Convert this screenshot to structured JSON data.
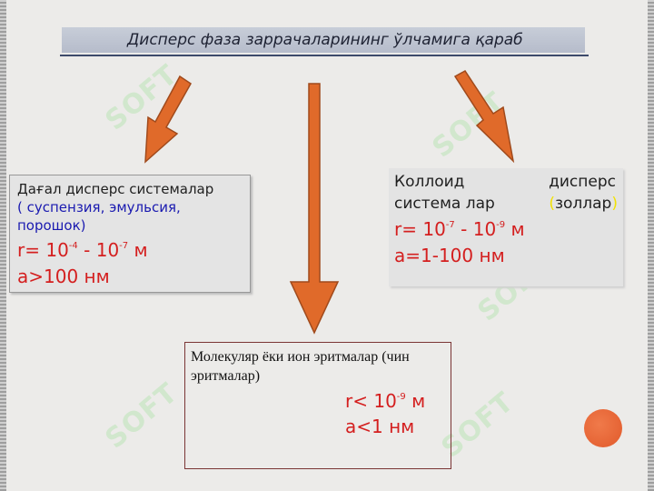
{
  "title": "Дисперс фаза заррачаларининг ўлчамига қараб",
  "watermark_text": "SOFT",
  "colors": {
    "arrow": "#e06a2a",
    "arrow_stroke": "#a04a1c",
    "value_text": "#d41f1f",
    "subtitle_text": "#1a1ab0",
    "highlight": "#f2e200",
    "dot": "#e15a2b"
  },
  "nodes": {
    "coarse": {
      "heading": "Дағал дисперс системалар",
      "examples_line1": "( суспензия, эмульсия,",
      "examples_line2": "порошок)",
      "r_prefix": "r= 10",
      "r_exp1": "-4",
      "r_mid": " - 10",
      "r_exp2": "-7",
      "r_unit": " м",
      "a_value": "a>100 нм"
    },
    "colloid": {
      "word1": "Коллоид",
      "word2": "дисперс",
      "line2_prefix": "система лар",
      "paren_open": "(",
      "sol_word": "золлар",
      "paren_close": ")",
      "r_prefix": "r= 10",
      "r_exp1": "-7",
      "r_mid": " - 10",
      "r_exp2": "-9",
      "r_unit": " м",
      "a_value": "a=1-100 нм"
    },
    "molecular": {
      "line1": "Молекуляр ёки ион эритмалар (чин",
      "line2": "эритмалар)",
      "r_prefix": "r<  10",
      "r_exp": "-9",
      "r_unit": " м",
      "a_value": "a<1 нм"
    }
  }
}
